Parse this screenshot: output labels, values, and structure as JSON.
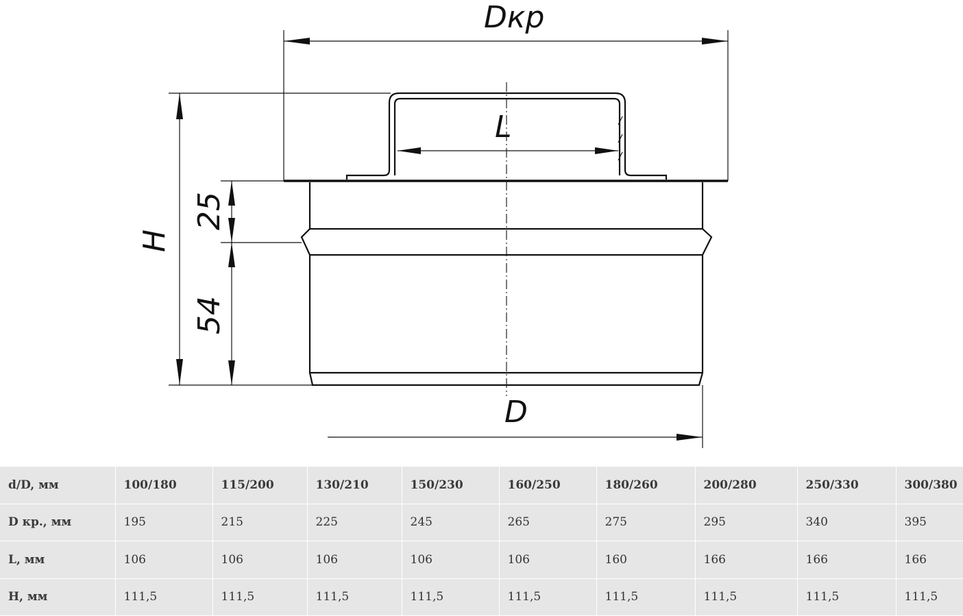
{
  "drawing": {
    "labels": {
      "dkr": "Dкр",
      "l": "L",
      "h": "H",
      "dim_25": "25",
      "dim_54": "54",
      "d": "D"
    }
  },
  "table": {
    "header": {
      "label": "d/D, мм",
      "cells": [
        "100/180",
        "115/200",
        "130/210",
        "150/230",
        "160/250",
        "180/260",
        "200/280",
        "250/330",
        "300/380"
      ]
    },
    "rows": [
      {
        "label": "D кр., мм",
        "cells": [
          "195",
          "215",
          "225",
          "245",
          "265",
          "275",
          "295",
          "340",
          "395"
        ]
      },
      {
        "label": "L, мм",
        "cells": [
          "106",
          "106",
          "106",
          "106",
          "106",
          "160",
          "166",
          "166",
          "166"
        ]
      },
      {
        "label": "H, мм",
        "cells": [
          "111,5",
          "111,5",
          "111,5",
          "111,5",
          "111,5",
          "111,5",
          "111,5",
          "111,5",
          "111,5"
        ]
      }
    ]
  }
}
